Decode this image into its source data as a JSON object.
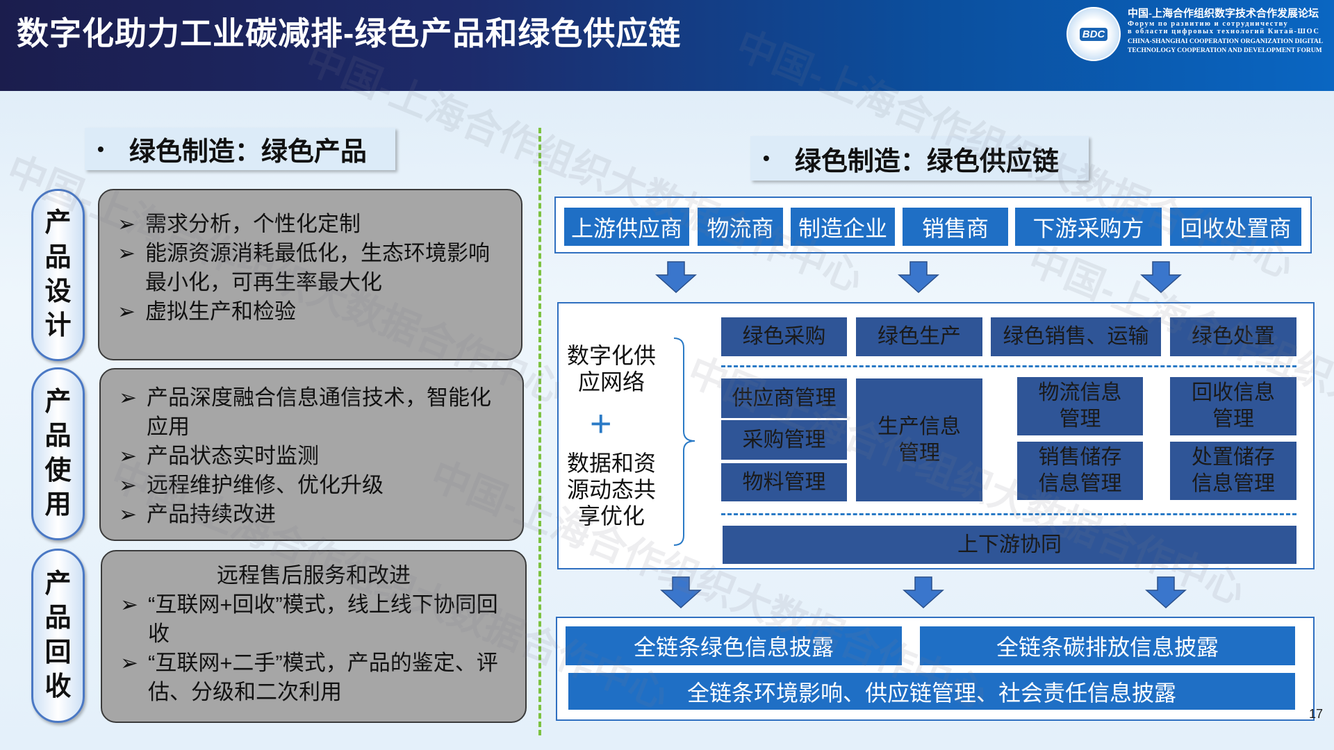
{
  "header": {
    "title": "数字化助力工业碳减排-绿色产品和绿色供应链",
    "logo_text": "BDC",
    "forum_cn": "中国-上海合作组织数字技术合作发展论坛",
    "forum_ru1": "Форум по развитию и сотрудничеству",
    "forum_ru2": "в области цифровых технологий Китай-ШОС",
    "forum_en1": "CHINA-SHANGHAI COOPERATION ORGANIZATION DIGITAL",
    "forum_en2": "TECHNOLOGY COOPERATION AND DEVELOPMENT FORUM"
  },
  "left": {
    "bullet": "•",
    "title": "绿色制造：绿色产品",
    "arrow": "➢",
    "phases": [
      {
        "label": [
          "产",
          "品",
          "设",
          "计"
        ],
        "items": [
          "需求分析，个性化定制",
          "能源资源消耗最低化，生态环境影响最小化，可再生率最大化",
          "虚拟生产和检验"
        ]
      },
      {
        "label": [
          "产",
          "品",
          "使",
          "用"
        ],
        "items": [
          "产品深度融合信息通信技术，智能化应用",
          "产品状态实时监测",
          "远程维护维修、优化升级",
          "产品持续改进"
        ]
      },
      {
        "label": [
          "产",
          "品",
          "回",
          "收"
        ],
        "heading": "远程售后服务和改进",
        "items": [
          "“互联网+回收”模式，线上线下协同回收",
          "“互联网+二手”模式，产品的鉴定、评估、分级和二次利用"
        ]
      }
    ]
  },
  "right": {
    "bullet": "•",
    "title": "绿色制造：绿色供应链",
    "actors": [
      "上游供应商",
      "物流商",
      "制造企业",
      "销售商",
      "下游采购方",
      "回收处置商"
    ],
    "left_text1": "数字化供应网络",
    "plus": "+",
    "left_text2": "数据和资源动态共享优化",
    "stages": [
      "绿色采购",
      "绿色生产",
      "绿色销售、运输",
      "绿色处置"
    ],
    "procure": [
      "供应商管理",
      "采购管理",
      "物料管理"
    ],
    "production": "生产信息管理",
    "sales": [
      "物流信息管理",
      "销售储存信息管理"
    ],
    "disposal": [
      "回收信息管理",
      "处置储存信息管理"
    ],
    "collab": "上下游协同",
    "disclosure": [
      "全链条绿色信息披露",
      "全链条碳排放信息披露",
      "全链条环境影响、供应链管理、社会责任信息披露"
    ]
  },
  "page_number": "17",
  "watermark": "中国-上海合作组织大数据合作中心",
  "colors": {
    "actor_blue": "#1f6fc5",
    "stage_blue": "#2f5597",
    "gray_box": "#a6a6a6",
    "divider_green": "#7cc240"
  }
}
